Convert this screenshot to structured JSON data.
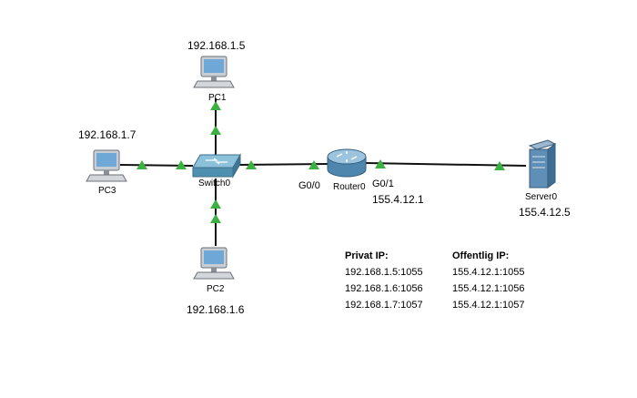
{
  "devices": {
    "pc1": {
      "name": "PC1",
      "ip": "192.168.1.5"
    },
    "pc2": {
      "name": "PC2",
      "ip": "192.168.1.6"
    },
    "pc3": {
      "name": "PC3",
      "ip": "192.168.1.7"
    },
    "switch": {
      "name": "Switch0"
    },
    "router": {
      "name": "Router0",
      "port_g00": "G0/0",
      "port_g01": "G0/1",
      "ip": "155.4.12.1"
    },
    "server": {
      "name": "Server0",
      "ip": "155.4.12.5"
    }
  },
  "nat_table": {
    "private_title": "Privat IP:",
    "public_title": "Offentlig IP:",
    "private": [
      "192.168.1.5:1055",
      "192.168.1.6:1056",
      "192.168.1.7:1057"
    ],
    "public": [
      "155.4.12.1:1055",
      "155.4.12.1:1056",
      "155.4.12.1:1057"
    ]
  },
  "colors": {
    "link": "#111111",
    "link_up": "#3cb043",
    "switch": "#5a9fbf",
    "router": "#6a9dbf",
    "server": "#4a7fa8"
  }
}
